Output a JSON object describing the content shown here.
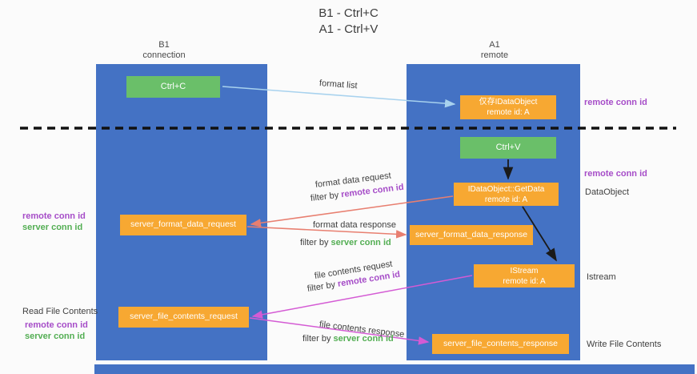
{
  "title": {
    "line1": "B1 - Ctrl+C",
    "line2": "A1 - Ctrl+V"
  },
  "lanes": {
    "left": {
      "title": "B1",
      "subtitle": "connection"
    },
    "right": {
      "title": "A1",
      "subtitle": "remote"
    }
  },
  "boxes": {
    "ctrl_c": {
      "label": "Ctrl+C"
    },
    "ctrl_v": {
      "label": "Ctrl+V"
    },
    "idataobject_cache": {
      "line1": "仅存IDataObject",
      "line2": "remote id: A"
    },
    "idataobject_getdata": {
      "line1": "IDataObject::GetData",
      "line2": "remote id: A"
    },
    "istream": {
      "line1": "IStream",
      "line2": "remote id: A"
    },
    "format_request": {
      "label": "server_format_data_request"
    },
    "format_response": {
      "label": "server_format_data_response"
    },
    "file_request": {
      "label": "server_file_contents_request"
    },
    "file_response": {
      "label": "server_file_contents_response"
    }
  },
  "arrow_labels": {
    "format_list": "format list",
    "format_data_request": "format data request",
    "format_data_response": "format data response",
    "file_contents_request": "file contents request",
    "file_contents_response": "file contents response",
    "filter_by": "filter by",
    "remote_conn_id": "remote conn id",
    "server_conn_id": "server conn id"
  },
  "side_labels": {
    "remote_conn_id": "remote conn id",
    "server_conn_id": "server conn id",
    "dataobject": "DataObject",
    "istream": "Istream",
    "read_file_contents": "Read File Contents",
    "write_file_contents": "Write File Contents"
  },
  "colors": {
    "lane_blue": "#4472c4",
    "box_green": "#6abf69",
    "box_orange": "#f7a832",
    "remote_conn_purple": "#a64dc8",
    "server_conn_green": "#53ae53",
    "arrow_salmon": "#e87f70",
    "arrow_magenta": "#d45bd4",
    "arrow_light_blue": "#a8d2ee"
  }
}
